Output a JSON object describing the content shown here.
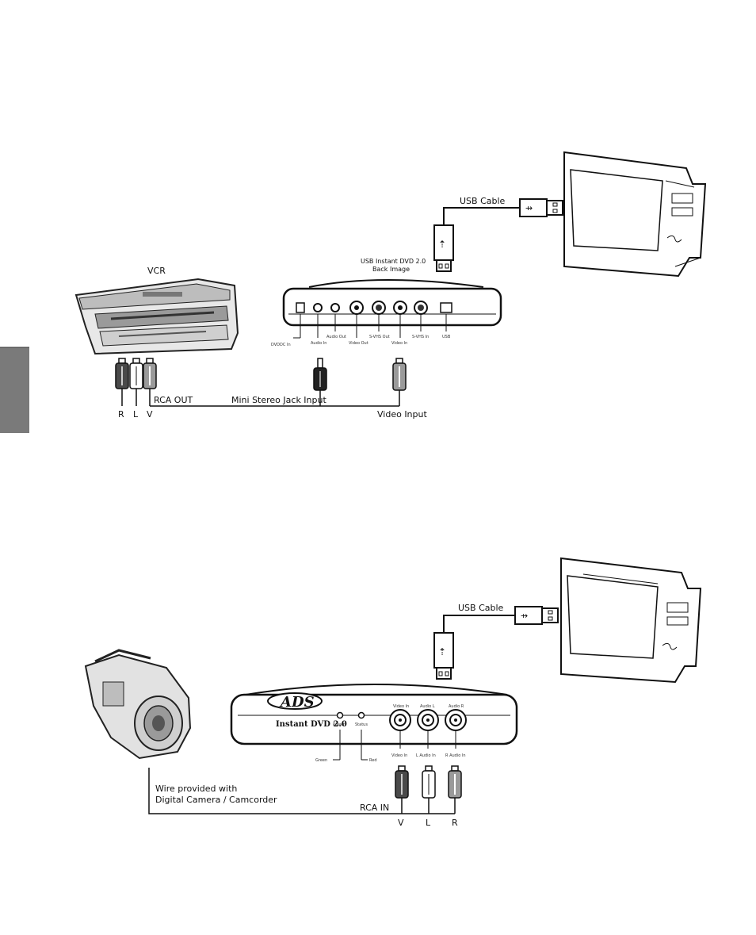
{
  "diagram1": {
    "vcr_label": "VCR",
    "device_caption_line1": "USB Instant DVD 2.0",
    "device_caption_line2": "Back Image",
    "usb_cable_label": "USB Cable",
    "rca_out_label": "RCA OUT",
    "mini_jack_label": "Mini Stereo Jack Input",
    "video_input_label": "Video Input",
    "plug_r": "R",
    "plug_l": "L",
    "plug_v": "V",
    "port_labels": [
      "DVDDC In",
      "Audio In",
      "Audio Out",
      "Video Out",
      "S-VHS Out",
      "Video In",
      "S-VHS In",
      "USB"
    ]
  },
  "diagram2": {
    "usb_cable_label": "USB Cable",
    "logo_text": "ADS",
    "product_name": "Instant DVD 2.0",
    "power_label": "Power",
    "status_label": "Status",
    "port_top_labels": [
      "Video In",
      "Audio L",
      "Audio R"
    ],
    "port_bottom_labels": [
      "Video In",
      "L Audio In",
      "R Audio In"
    ],
    "led_left_tag": "Green",
    "led_right_tag": "Red",
    "wire_note_line1": "Wire provided with",
    "wire_note_line2": "Digital Camera / Camcorder",
    "rca_in_label": "RCA IN",
    "plug_v": "V",
    "plug_l": "L",
    "plug_r": "R"
  },
  "colors": {
    "ink": "#111111",
    "side_tab": "#7a7a7a",
    "plug_dark": "#4a4a4a",
    "plug_mid": "#9a9a9a"
  }
}
